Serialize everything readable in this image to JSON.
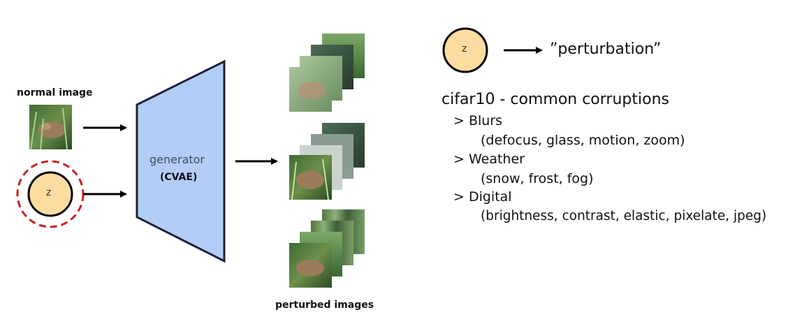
{
  "left": {
    "normal_image_label": "normal image",
    "z_label": "z"
  },
  "generator": {
    "title": "generator",
    "subtitle": "(CVAE)"
  },
  "output": {
    "label": "perturbed images"
  },
  "legend": {
    "z_label": "z",
    "text": "”perturbation”"
  },
  "corruptions": {
    "title": "cifar10 - common corruptions",
    "categories": [
      {
        "name": "> Blurs",
        "items": "(defocus, glass, motion, zoom)"
      },
      {
        "name": "> Weather",
        "items": "(snow, frost, fog)"
      },
      {
        "name": "> Digital",
        "items": "(brightness, contrast, elastic, pixelate, jpeg)"
      }
    ]
  },
  "colors": {
    "generator_fill": "#b4cdf8",
    "generator_stroke": "#1a2233",
    "z_fill": "#fcdca0",
    "dashed_ring": "#cc1f1f",
    "arrow": "#000000"
  }
}
